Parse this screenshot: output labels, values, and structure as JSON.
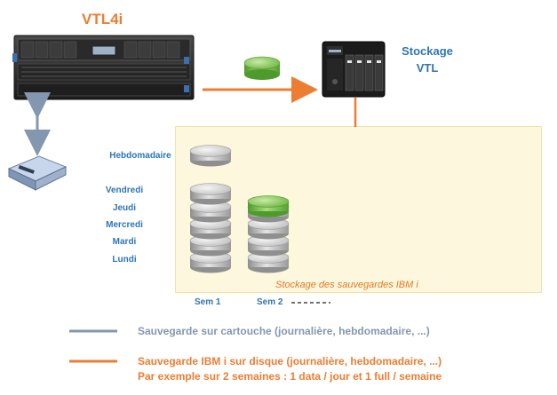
{
  "server": {
    "title": "VTL4i"
  },
  "storage": {
    "title_line1": "Stockage",
    "title_line2": "VTL"
  },
  "zone": {
    "caption": "Stockage des sauvegardes IBM i"
  },
  "days": {
    "weekly": "Hebdomadaire",
    "list": [
      "Vendredi",
      "Jeudi",
      "Mercredi",
      "Mardi",
      "Lundi"
    ]
  },
  "weeks": {
    "sem1": "Sem 1",
    "sem2": "Sem 2"
  },
  "legend": {
    "cartouche": "Sauvegarde sur cartouche (journalière, hebdomadaire, ...)",
    "disque_line1": "Sauvegarde IBM i sur disque (journalière, hebdomadaire, ...)",
    "disque_line2": "Par exemple sur 2 semaines : 1 data / jour et 1 full / semaine"
  },
  "colors": {
    "orange": "#ed7d31",
    "blue": "#2e75b6",
    "gray_line": "#8497b0",
    "green": "#70ad47"
  }
}
